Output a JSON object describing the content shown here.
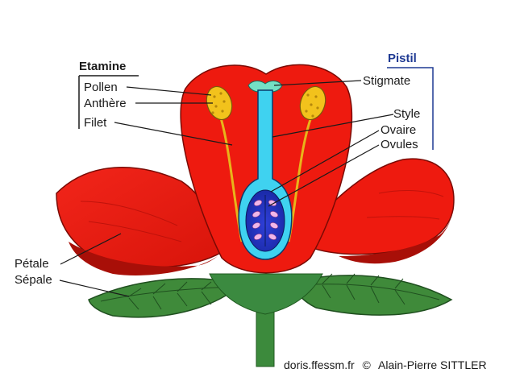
{
  "groups": {
    "stamen": {
      "title": "Etamine",
      "color": "#1a1a1a"
    },
    "pistil": {
      "title": "Pistil",
      "color": "#1f3a93"
    }
  },
  "labels": {
    "pollen": "Pollen",
    "anther": "Anthère",
    "filament": "Filet",
    "stigma": "Stigmate",
    "style": "Style",
    "ovary": "Ovaire",
    "ovules": "Ovules",
    "petal": "Pétale",
    "sepal": "Sépale"
  },
  "credit": {
    "site": "doris.ffessm.fr",
    "symbol": "©",
    "author": "Alain-Pierre SITTLER"
  },
  "colors": {
    "petal": "#ee1a0f",
    "petal_shadow": "#a80f08",
    "sepal": "#3f8a3a",
    "sepal_dark": "#1f5a1f",
    "receptacle": "#3b8a40",
    "anther": "#f2c21c",
    "filament": "#e8b41a",
    "stigma": "#74e0c4",
    "style": "#3fd2f0",
    "ovary": "#2a3fe0",
    "ovule": "#f0b6e8"
  }
}
